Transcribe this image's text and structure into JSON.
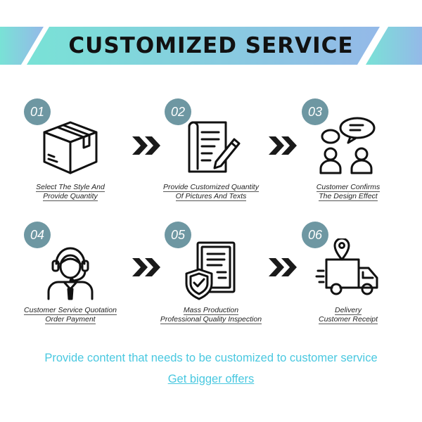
{
  "banner": {
    "title": "CUSTOMIZED SERVICE"
  },
  "steps": [
    {
      "number": "01",
      "line1": "Select The Style And",
      "line2": "Provide Quantity"
    },
    {
      "number": "02",
      "line1": "Provide Customized Quantity",
      "line2": "Of Pictures And Texts"
    },
    {
      "number": "03",
      "line1": "Customer Confirms",
      "line2": "The Design Effect"
    },
    {
      "number": "04",
      "line1": "Customer Service Quotation",
      "line2": "Order Payment"
    },
    {
      "number": "05",
      "line1": "Mass Production",
      "line2": "Professional Quality Inspection"
    },
    {
      "number": "06",
      "line1": "Delivery",
      "line2": "Customer Receipt"
    }
  ],
  "footer": {
    "text": "Provide content that needs to be customized to customer service",
    "link": "Get bigger offers"
  },
  "colors": {
    "accent": "#49c8e0",
    "badge": "#6e97a2",
    "banner_start": "#7de3d9",
    "banner_end": "#8fb8e6"
  }
}
